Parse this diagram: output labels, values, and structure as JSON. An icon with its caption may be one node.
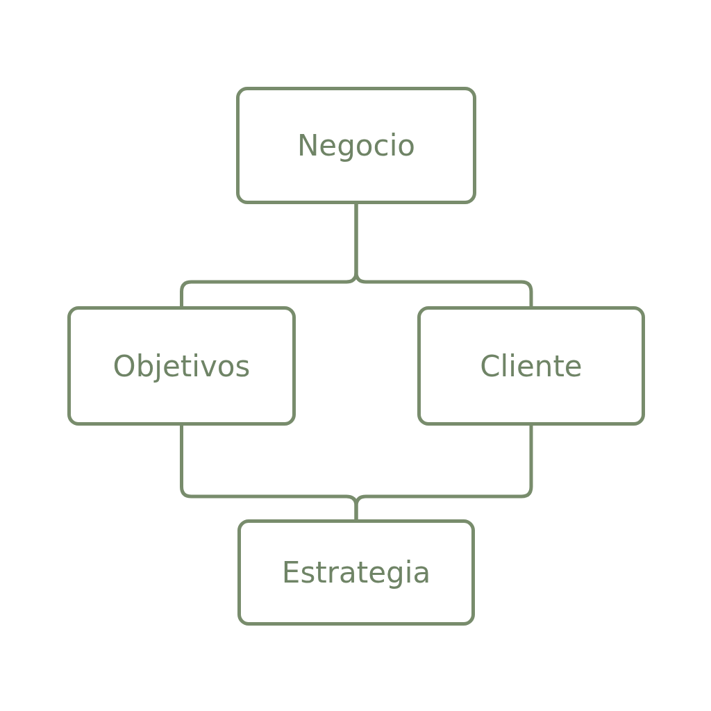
{
  "diagram": {
    "nodes": [
      {
        "text": [
          "Negocio"
        ]
      },
      {
        "text": [
          "Objetivos"
        ]
      },
      {
        "text": [
          "Cliente"
        ]
      },
      {
        "text": [
          "Estrategia"
        ]
      }
    ],
    "edges": [
      {
        "from": 0,
        "to": 1,
        "arrow": "none"
      },
      {
        "from": 0,
        "to": 2,
        "arrow": "none"
      },
      {
        "from": 1,
        "to": 3,
        "arrow": "none"
      },
      {
        "from": 2,
        "to": 3,
        "arrow": "none"
      }
    ]
  }
}
